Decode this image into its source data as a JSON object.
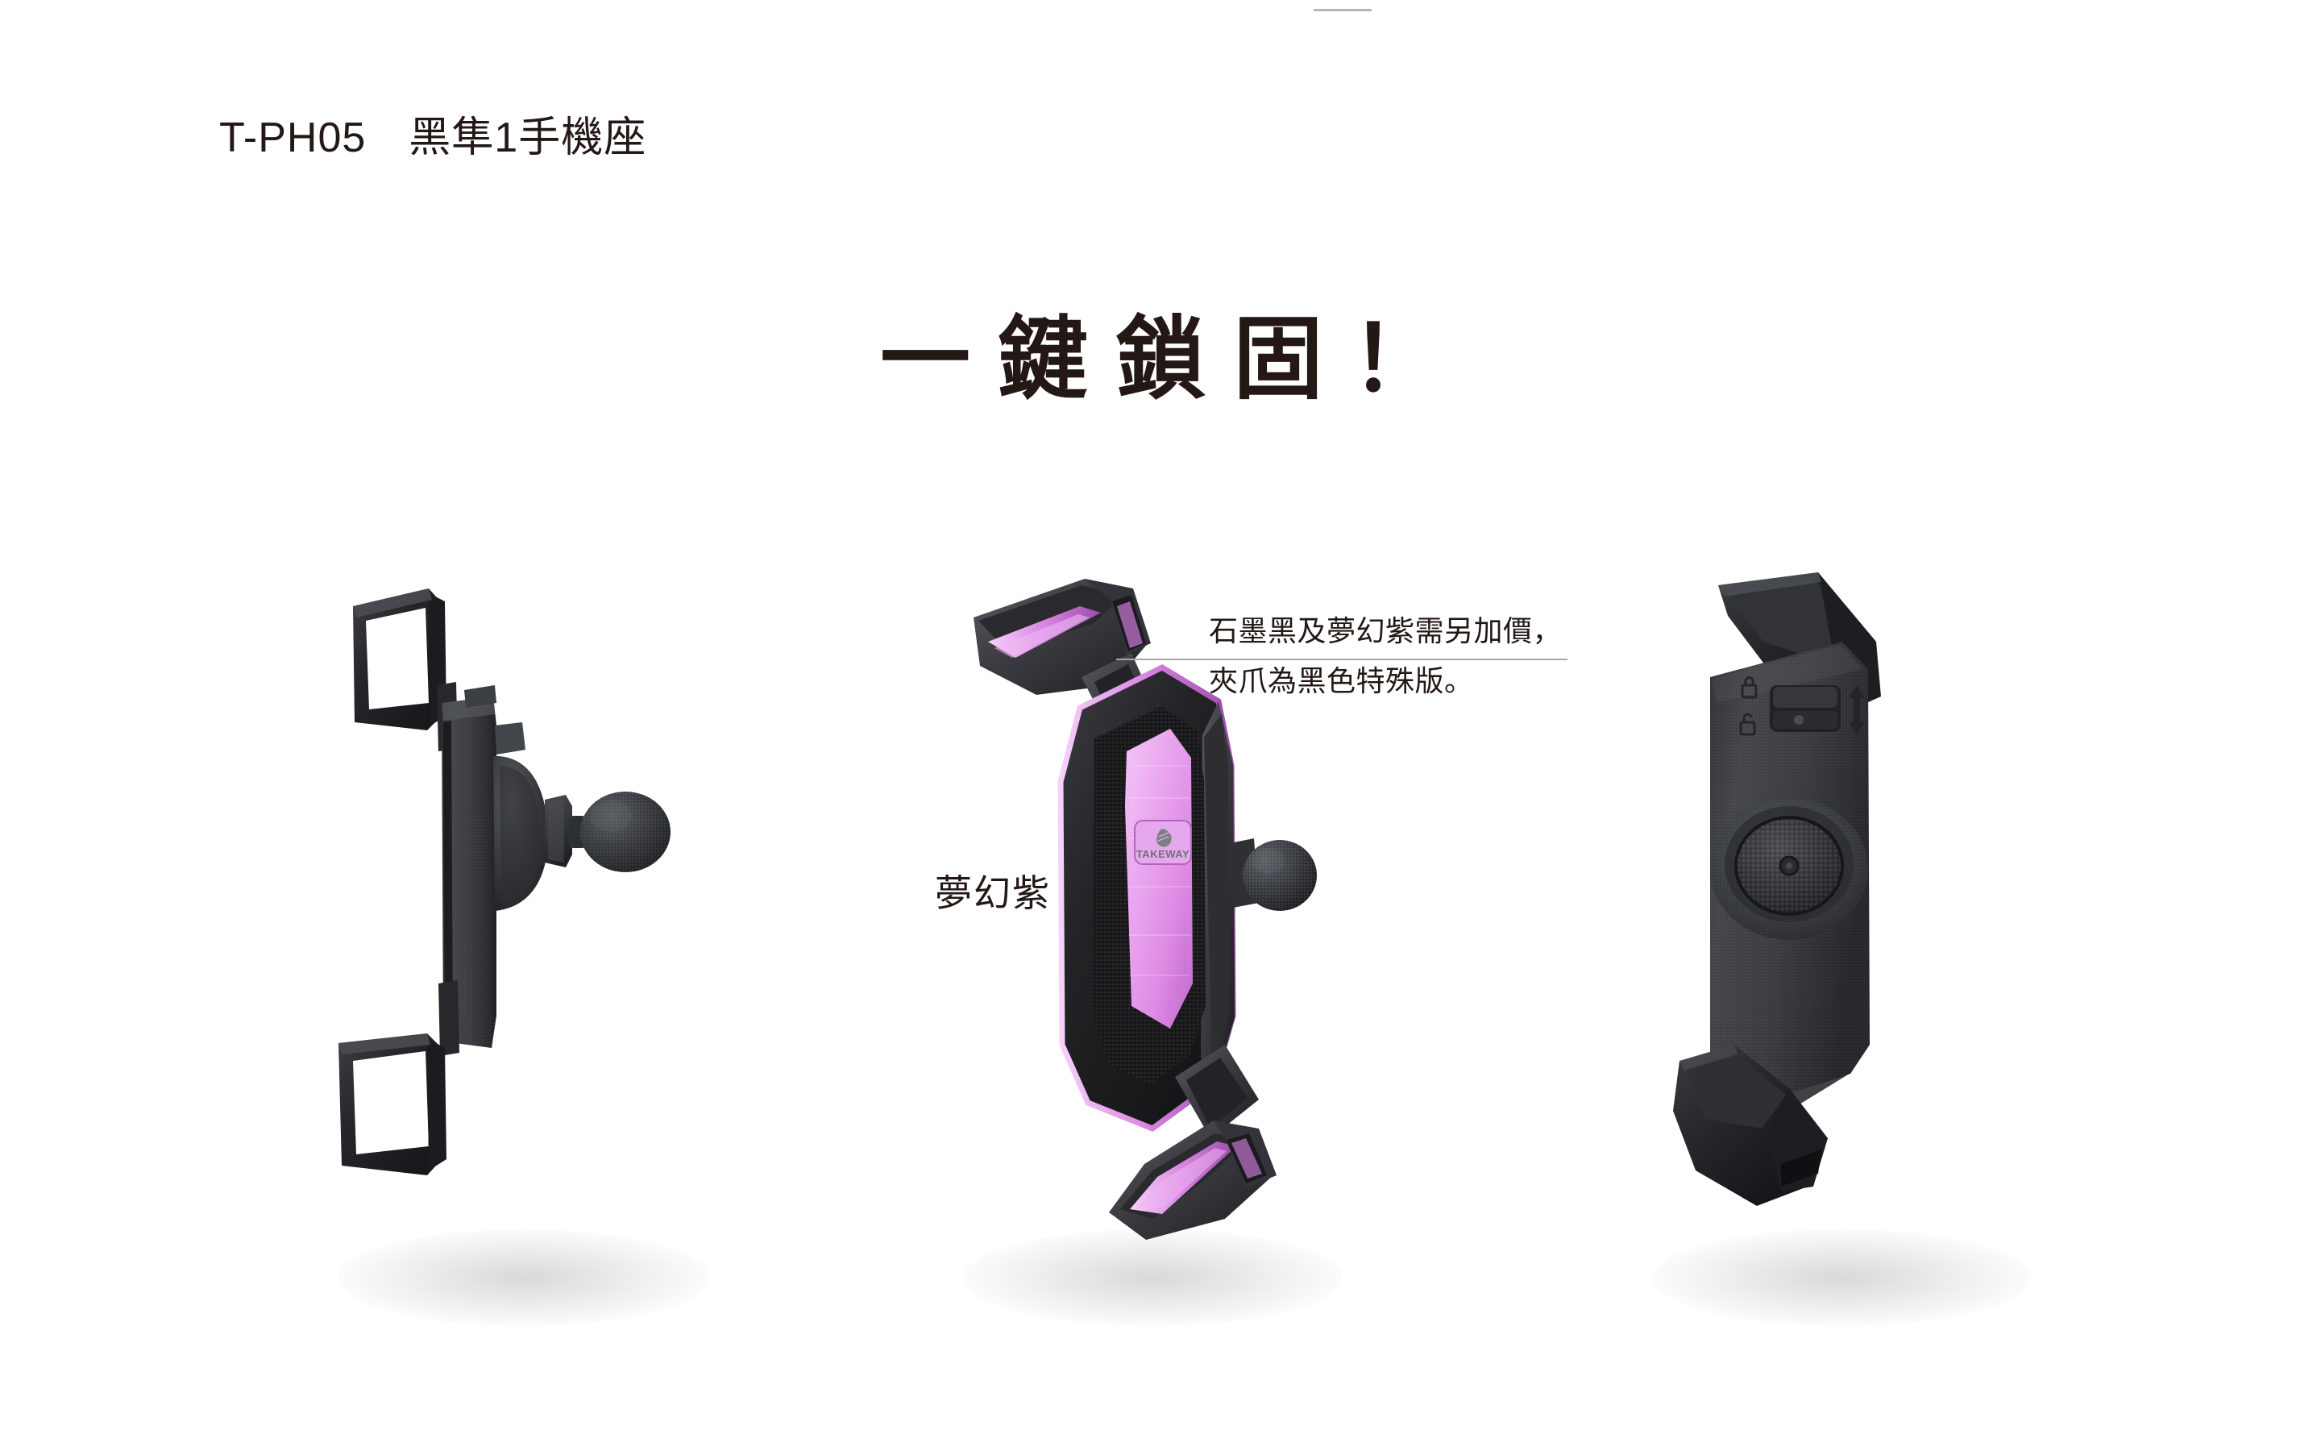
{
  "page": {
    "background_color": "#ffffff",
    "text_color": "#231815"
  },
  "header": {
    "product_code": "T-PH05",
    "product_name": "黑隼1手機座",
    "title_full": "T-PH05　黑隼1手機座"
  },
  "headline": {
    "text": "一鍵鎖固！",
    "style": "bold-spaced"
  },
  "artifacts": {
    "top_rule": "grey-line-fragment"
  },
  "products": [
    {
      "id": "left",
      "view": "side-profile",
      "colorway": "石墨黑",
      "description": "側面圖，含球頭接座",
      "body_color": "#3a3c40",
      "claw_color": "#25272b",
      "label": ""
    },
    {
      "id": "center",
      "view": "front-three-quarter",
      "colorway": "夢幻紫",
      "description": "正面立體圖，TAKEWAY 標誌",
      "body_color": "#2a2a2c",
      "accent_color": "#e29ce8",
      "accent_color_bright": "#f0b6f5",
      "accent_color_deep": "#a855b8",
      "brand": "TAKEWAY",
      "label": "夢幻紫"
    },
    {
      "id": "right",
      "view": "rear",
      "colorway": "石墨黑",
      "description": "背面圖，含鎖定滑塊與球座轉盤",
      "body_color": "#3c3e42",
      "claw_color": "#1f2124",
      "label": ""
    }
  ],
  "callout": {
    "line1": "石墨黑及夢幻紫需另加價，",
    "line2": "夾爪為黑色特殊版。",
    "leader_color": "#a8a6a6"
  },
  "color_label": {
    "text": "夢幻紫"
  },
  "icons": {
    "lock_closed": "lock-closed-icon",
    "lock_open": "lock-open-icon",
    "slider": "lock-slider",
    "arrow_updown": "arrow-up-down-icon",
    "ball_dial": "ball-socket-dial",
    "brand_mark": "takeway-feather-icon"
  }
}
